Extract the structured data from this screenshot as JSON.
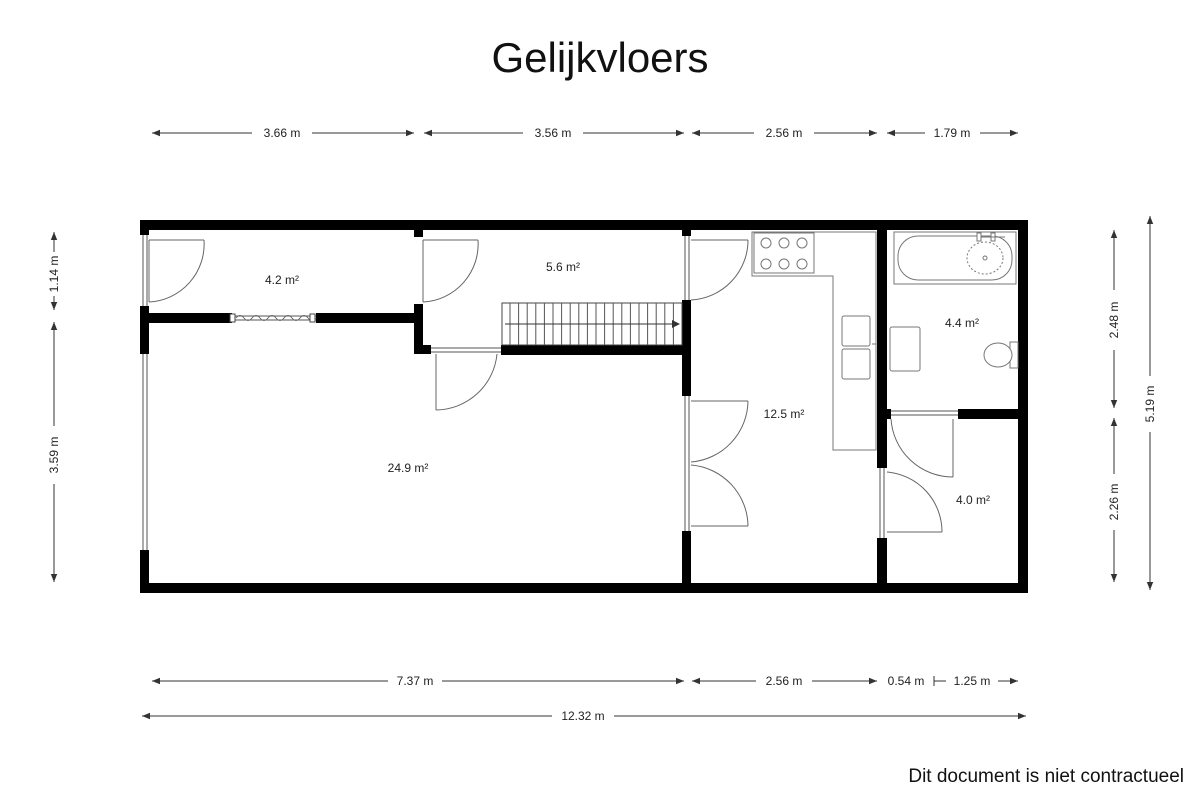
{
  "title": "Gelijkvloers",
  "disclaimer": "Dit document is niet contractueel",
  "top_dimensions": [
    "3.66 m",
    "3.56 m",
    "2.56 m",
    "1.79 m"
  ],
  "bottom_dimensions": [
    "7.37 m",
    "2.56 m",
    "0.54 m",
    "1.25 m"
  ],
  "total_width": "12.32 m",
  "left_dimensions": [
    "1.14 m",
    "3.59 m"
  ],
  "right_dimensions": [
    "2.48 m",
    "2.26 m"
  ],
  "total_height": "5.19 m",
  "rooms": {
    "hall_left": "4.2 m²",
    "hall_middle": "5.6 m²",
    "living": "24.9 m²",
    "kitchen": "12.5 m²",
    "bathroom": "4.4 m²",
    "room_small": "4.0 m²"
  }
}
